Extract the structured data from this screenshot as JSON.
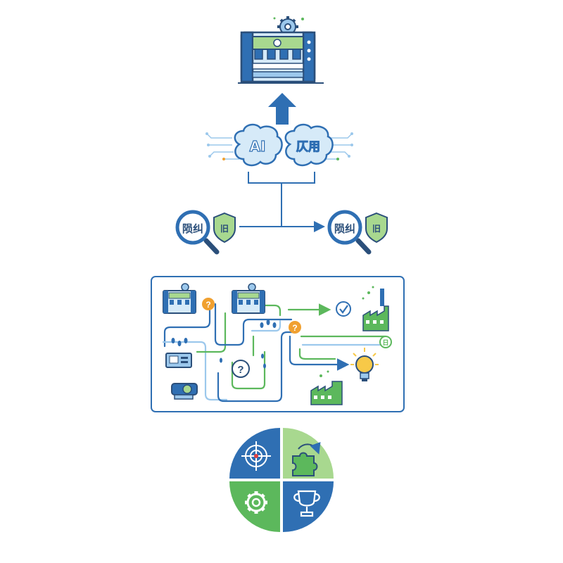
{
  "colors": {
    "blue": "#2f6fb3",
    "light_blue": "#9cc8ec",
    "pale_blue": "#d6eaf8",
    "green": "#5cb85c",
    "light_green": "#a8d88f",
    "orange": "#f0a030",
    "yellow": "#f7c948",
    "outline": "#2b4f7a"
  },
  "brain_left": {
    "label": "AI"
  },
  "brain_right": {
    "label": "仄用"
  },
  "lens_left": {
    "label": "陨纠"
  },
  "lens_right": {
    "label": "陨纠"
  },
  "shield_left": {
    "label": "旧"
  },
  "shield_right": {
    "label": "旧"
  },
  "maze": {
    "question_marks": [
      "?",
      "?",
      "?"
    ],
    "small_badge": "日"
  },
  "quadrant": {
    "top_left_icon": "target-icon",
    "top_right_icon": "puzzle-icon",
    "bottom_left_icon": "gear-icon",
    "bottom_right_icon": "trophy-icon"
  }
}
